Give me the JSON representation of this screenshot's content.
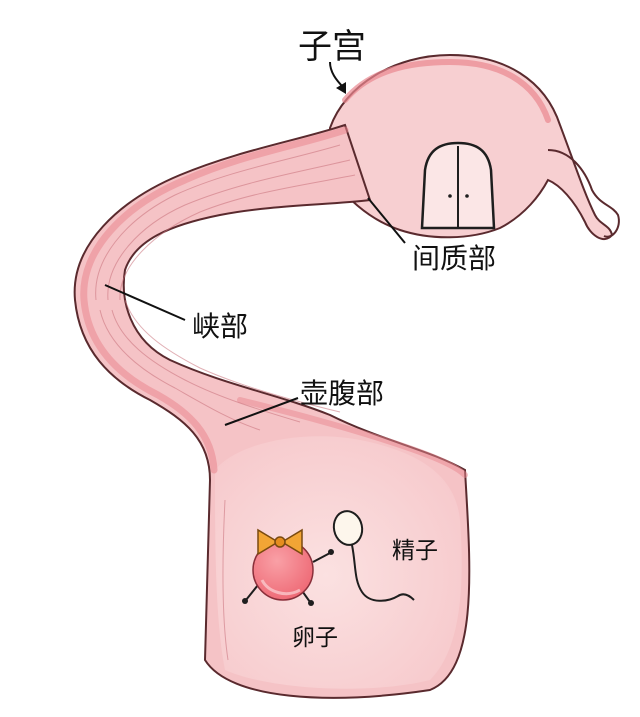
{
  "labels": {
    "uterus": "子宫",
    "interstitial": "间质部",
    "isthmus": "峡部",
    "ampulla": "壶腹部",
    "sperm": "精子",
    "egg": "卵子"
  },
  "colors": {
    "tube_fill": "#f7c9cc",
    "tube_edge": "#e98790",
    "tube_outline": "#5a2a2e",
    "egg_fill": "#f47c86",
    "bow": "#f2a535",
    "sperm_head": "#fdf6ec"
  }
}
